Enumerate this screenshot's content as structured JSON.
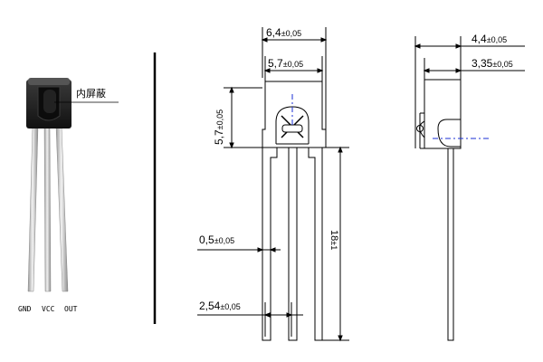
{
  "photo": {
    "shield_label": "内屏蔽",
    "pins": [
      "GND",
      "VCC",
      "OUT"
    ]
  },
  "front_view": {
    "width_outer": "6,4",
    "width_inner": "5,7",
    "height_body": "5,7",
    "pin_width": "0,5",
    "pin_pitch": "2,54",
    "lead_length": "18",
    "tol_main": "±0,05",
    "tol_lead": "±1"
  },
  "side_view": {
    "depth_outer": "4,4",
    "depth_inner": "3,35",
    "tol": "±0,05"
  },
  "colors": {
    "line": "#000000",
    "center_line": "#1a2fd6",
    "body_dark": "#1c1c1c",
    "lead_gray": "#c9c9c9"
  }
}
